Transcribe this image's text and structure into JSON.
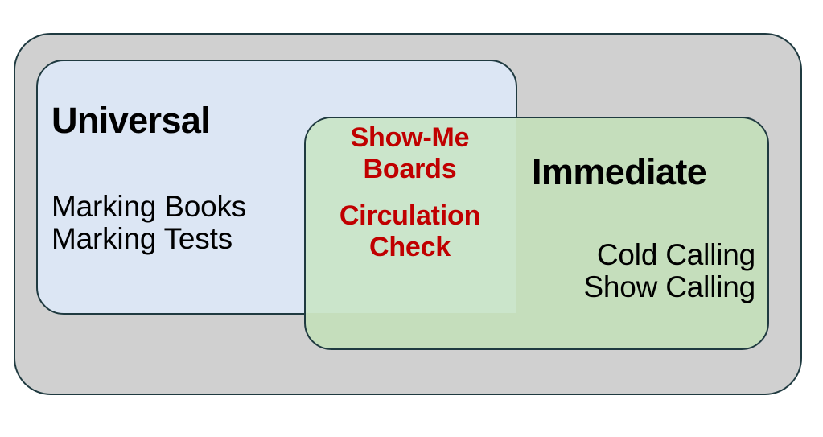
{
  "diagram": {
    "type": "euler-venn",
    "title_visible": false,
    "colors": {
      "outer_fill": "#d0d0d0",
      "universal_fill": "#dce6f4",
      "immediate_fill": "#c5debc",
      "overlap_fill": "#cbe5cb",
      "stroke": "#1f3a40",
      "accent_text": "#c00000",
      "body_text": "#000000",
      "page_background": "#ffffff"
    },
    "regions": {
      "outer": {
        "label": "",
        "items": []
      },
      "universal": {
        "heading": "Universal",
        "items_text": "Marking Books\nMarking Tests",
        "items": [
          "Marking Books",
          "Marking Tests"
        ]
      },
      "immediate": {
        "heading": "Immediate",
        "items_text": "Cold Calling\nShow Calling",
        "items": [
          "Cold Calling",
          "Show Calling"
        ]
      },
      "intersection": {
        "group_one_text": "Show-Me\nBoards",
        "group_two_text": "Circulation\nCheck",
        "items": [
          "Show-Me Boards",
          "Circulation Check"
        ]
      }
    }
  }
}
